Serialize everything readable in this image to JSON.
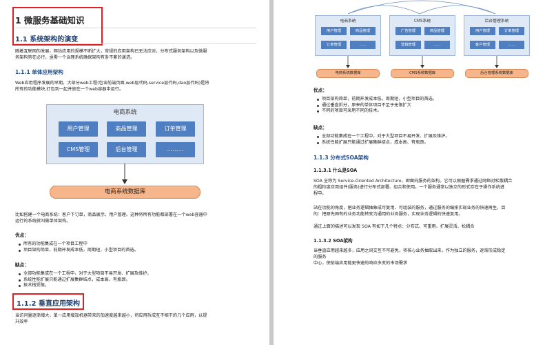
{
  "left": {
    "h1": "1 微服务基础知识",
    "h2_a": "1.1 系统架构的演变",
    "intro_lines": [
      "随着互联网的发展，网站应用的规模不断扩大，常规的应用架构已无法应对，分布式服务架构以及微服",
      "务架构势在必行，亟需一个治理系统确保架构有条不紊的演进。"
    ],
    "h3_a": "1.1.1 单体应用架构",
    "mono_lines": [
      "Web应用程序发展的早期，大部分web工程(包含前端页面,web层代码,service层代码,dao层代码)是将",
      "所有的功能模块,打包到一起并放在一个web容器中运行。"
    ],
    "diagram": {
      "title": "电商系统",
      "modules": [
        "用户管理",
        "商品管理",
        "订单管理",
        "CMS管理",
        "后台管理",
        "………"
      ],
      "db": "电商系统数据库"
    },
    "example_lines": [
      "比如搭建一个电商系统：客户下订单，商品展示，用户管理。这种将所有功能都部署在一个web容器中",
      "运行的系统就叫做单体架构。"
    ],
    "pros_label": "优点：",
    "pros": [
      "所有的功能集成在一个项目工程中",
      "项目架构简单，前期开发成本低，周期短，小型项目的首选。"
    ],
    "cons_label": "缺点：",
    "cons": [
      "全部功能集成在一个工程中，对于大型项目不易开发、扩展及维护。",
      "系统性能扩展只能通过扩展集群结点，成本高、有瓶颈。",
      "技术栈受限。"
    ],
    "h2_b": "1.1.2 垂直应用架构",
    "vertical_lines": [
      "当访问量逐渐增大，单一应用增加机器带来的加速度越来越小，将应用拆成互不相干的几个应用，以提",
      "升效率"
    ]
  },
  "right": {
    "systems": [
      {
        "title": "电商系统",
        "modules": [
          "用户管理",
          "商品管理",
          "订单管理",
          "……"
        ],
        "db": "电商系统数据库"
      },
      {
        "title": "CMS系统",
        "modules": [
          "广告管理",
          "商品管理",
          "营销管理",
          "……"
        ],
        "db": "CMS系统数据库"
      },
      {
        "title": "后台管理系统",
        "modules": [
          "用户管理",
          "订单管理",
          "客户管理",
          "……"
        ],
        "db": "后台管理系统数据库"
      }
    ],
    "pros_label": "优点：",
    "pros": [
      "项目架构简单，前期开发成本低，周期短，小型项目的首选。",
      "通过垂直拆分，原来的单体项目不至于无限扩大",
      "不同的项目可采用不同的技术。"
    ],
    "cons_label": "缺点：",
    "cons": [
      "全部功能集成在一个工程中，对于大型项目不易开发、扩展及维护。",
      "系统性能扩展只能通过扩展集群结点，成本高、有瓶颈。"
    ],
    "h3_soa": "1.1.3 分布式SOA架构",
    "h4_what": "1.1.3.1 什么是SOA",
    "soa_p1": [
      "SOA 全称为 Service-Oriented Architecture，即面向服务的架构。它可以根据需求通过网络对松散耦合",
      "的粗粒度应用组件(服务)进行分布式部署、组合和使用。一个服务通常以独立的形式存在于操作系统进",
      "程中。"
    ],
    "soa_p2": [
      "站在功能的角度，把业务逻辑抽象成可复用、可组装的服务，通过服务的编排实现业务的快速再生，目",
      "的：把原先固有的业务功能转变为通用的业务服务，实现业务逻辑的快速复用。"
    ],
    "soa_p3": "通过上面的描述可以发现 SOA 有如下几个特点：分布式、可重用、扩展灵活、松耦合",
    "h4_arch": "1.1.3.2 SOA架构",
    "soa_p4": [
      "当垂直应用越来越多，应用之间交互不可避免，将核心业务抽取出来，作为独立的服务，逐渐形成稳定",
      "的服务",
      "中心，使前端应用能更快速的响应多变的市场需求"
    ]
  }
}
